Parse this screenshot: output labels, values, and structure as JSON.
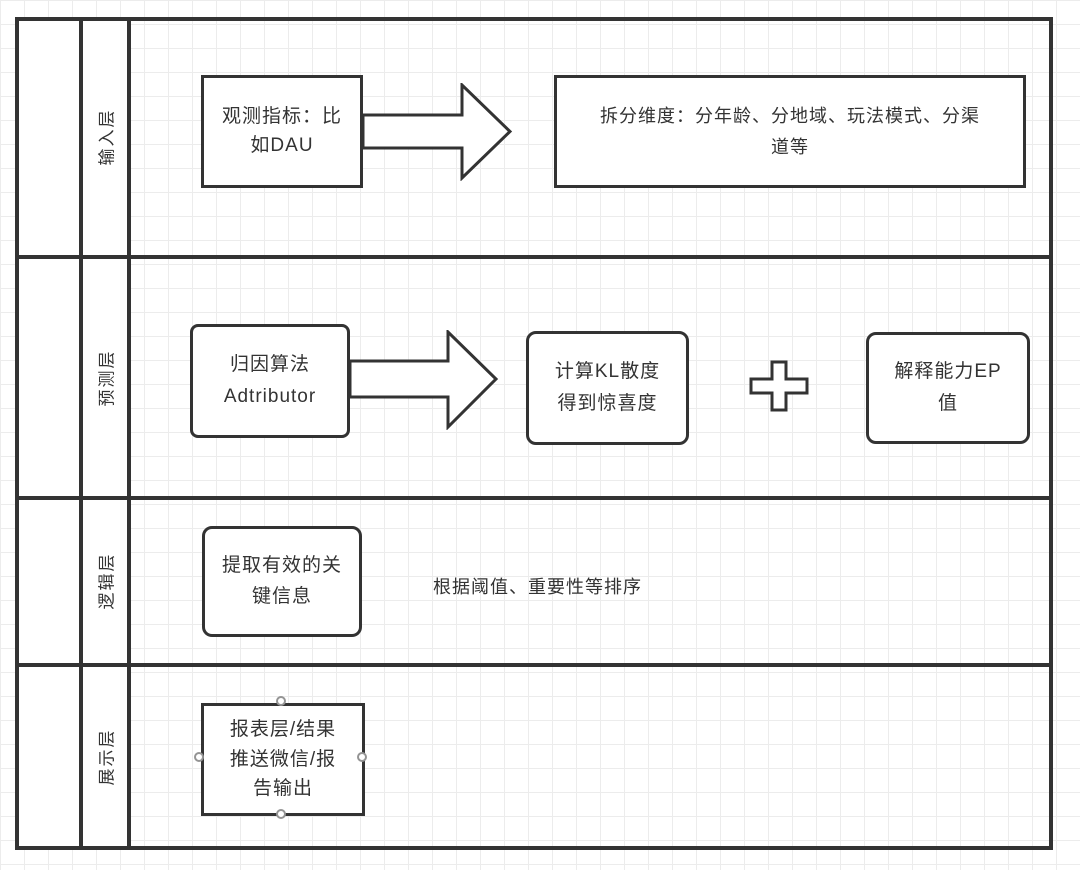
{
  "diagram": {
    "pool": {
      "lanes": [
        {
          "label": "输入层"
        },
        {
          "label": "预测层"
        },
        {
          "label": "逻辑层"
        },
        {
          "label": "展示层"
        }
      ]
    },
    "lane_input": {
      "observe_box": "观测指标：比\n如DAU",
      "split_box": "拆分维度：分年龄、分地域、玩法模式、分渠\n道等"
    },
    "lane_predict": {
      "attribution_box": "归因算法\nAdtributor",
      "kl_box": "计算KL散度\n得到惊喜度",
      "ep_box": "解释能力EP\n值"
    },
    "lane_logic": {
      "extract_box": "提取有效的关\n键信息",
      "sort_note": "根据阈值、重要性等排序"
    },
    "lane_display": {
      "report_box": "报表层/结果\n推送微信/报\n告输出"
    },
    "colors": {
      "stroke": "#333333",
      "text": "#333333",
      "shape_fill": "#ffffff",
      "grid_line": "#ececec",
      "handle_border": "#949494"
    }
  }
}
